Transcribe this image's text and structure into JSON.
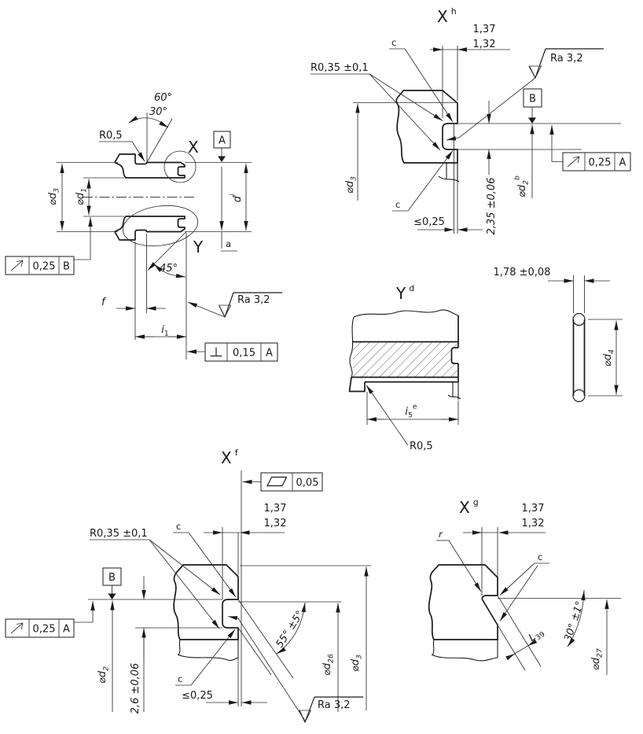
{
  "background": "#ffffff",
  "line_color": "#1a1a1a",
  "main_view": {
    "angle_outer": "60°",
    "angle_inner": "30°",
    "chamfer_angle": "45°",
    "radius": "R0,5",
    "detail_x": "X",
    "detail_y": "Y",
    "datum_a": "A",
    "note_a": "a",
    "dia_d3_base": "⌀d",
    "dia_d3_sub": "3",
    "dia_d1_base": "⌀d",
    "dia_d1_sub": "1",
    "d_right_base": "d",
    "d_right_sup": "i",
    "runout_value": "0,25",
    "runout_datum": "B",
    "len_f": "f",
    "len_i1_base": "i",
    "len_i1_sub": "1",
    "roughness": "Ra 3,2",
    "perp_value": "0,15",
    "perp_datum": "A"
  },
  "detail_xh": {
    "title": "X",
    "title_sup": "h",
    "groove_depth_max": "1,37",
    "groove_depth_min": "1,32",
    "note_c": "c",
    "groove_radius": "R0,35 ±0,1",
    "roughness": "Ra 3,2",
    "datum_b": "B",
    "dia_d3_base": "⌀d",
    "dia_d3_sub": "3",
    "dia_d2_base": "⌀d",
    "dia_d2_sub": "2",
    "dia_d2_sup": "b",
    "groove_width": "2,35 ±0,06",
    "edge_break": "≤0,25",
    "runout_value": "0,25",
    "runout_datum": "A"
  },
  "detail_yd": {
    "title": "Y",
    "title_sup": "d",
    "len_i5_base": "i",
    "len_i5_sub": "5",
    "len_i5_sup": "e",
    "radius": "R0,5"
  },
  "oring_view": {
    "cross_section": "1,78 ±0,08",
    "dia_d4_base": "⌀d",
    "dia_d4_sub": "4"
  },
  "detail_xf": {
    "title": "X",
    "title_sup": "f",
    "parallelism_value": "0,05",
    "groove_depth_max": "1,37",
    "groove_depth_min": "1,32",
    "groove_radius": "R0,35 ±0,1",
    "note_c": "c",
    "datum_b": "B",
    "runout_value": "0,25",
    "runout_datum": "A",
    "dia_d2_base": "⌀d",
    "dia_d2_sub": "2",
    "groove_width": "2,6 ±0,06",
    "edge_break": "≤0,25",
    "seat_angle": "55° ±5°",
    "dia_d26_base": "⌀d",
    "dia_d26_sub": "26",
    "dia_d3_base": "⌀d",
    "dia_d3_sub": "3",
    "roughness": "Ra 3,2"
  },
  "detail_xg": {
    "title": "X",
    "title_sup": "g",
    "groove_depth_max": "1,37",
    "groove_depth_min": "1,32",
    "note_r": "r",
    "note_c": "c",
    "lead_angle": "30° ±1°",
    "chamfer_len_base": "L",
    "chamfer_len_sub": "39",
    "dia_d27_base": "⌀d",
    "dia_d27_sub": "27"
  }
}
